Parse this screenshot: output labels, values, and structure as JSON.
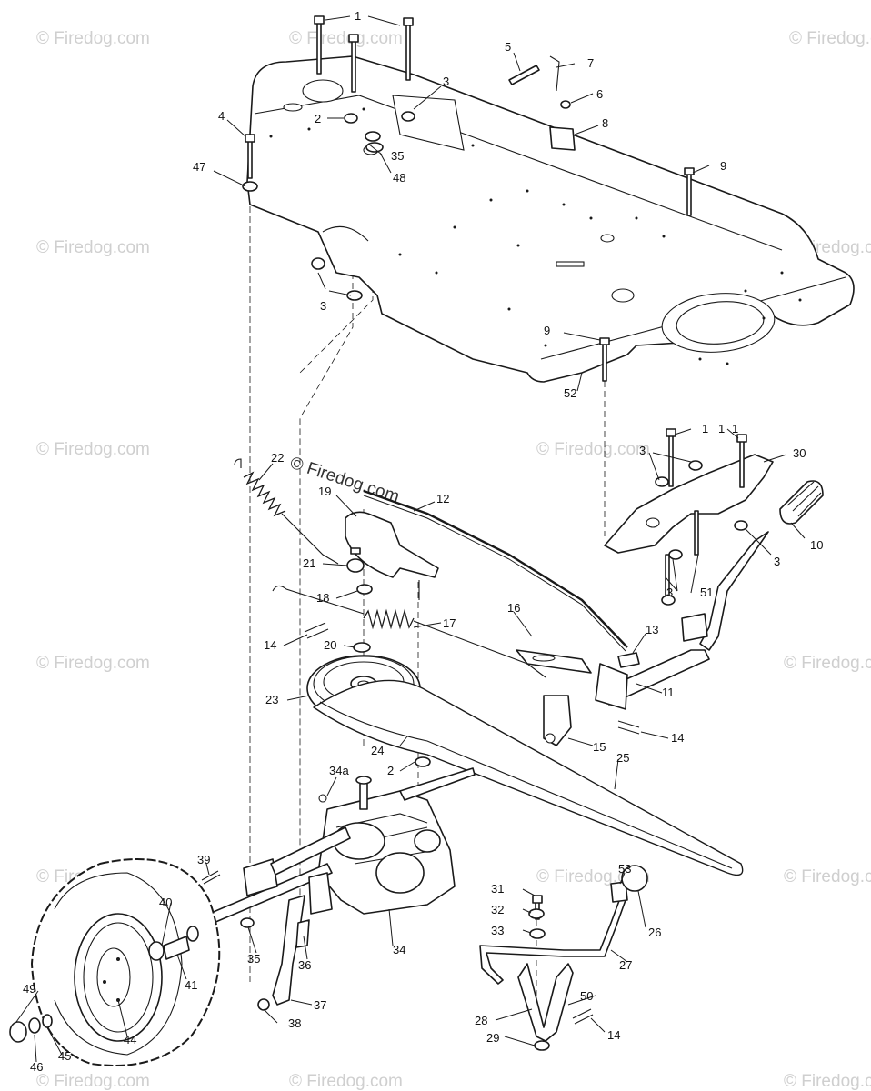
{
  "watermark": {
    "text": "© Firedog.com",
    "color": "#cfcfcf",
    "emphasized_color": "#333333"
  },
  "callouts": [
    "1",
    "1",
    "2",
    "3",
    "4",
    "47",
    "35",
    "48",
    "5",
    "7",
    "6",
    "8",
    "9",
    "3",
    "9",
    "52",
    "1",
    "3",
    "30",
    "1",
    "10",
    "3",
    "3",
    "51",
    "22",
    "19",
    "12",
    "21",
    "18",
    "17",
    "16",
    "13",
    "14",
    "20",
    "11",
    "23",
    "15",
    "14",
    "24",
    "25",
    "2",
    "34a",
    "39",
    "53",
    "31",
    "32",
    "26",
    "33",
    "40",
    "27",
    "41",
    "35",
    "36",
    "34",
    "50",
    "28",
    "49",
    "37",
    "14",
    "38",
    "29",
    "44",
    "46",
    "45"
  ]
}
